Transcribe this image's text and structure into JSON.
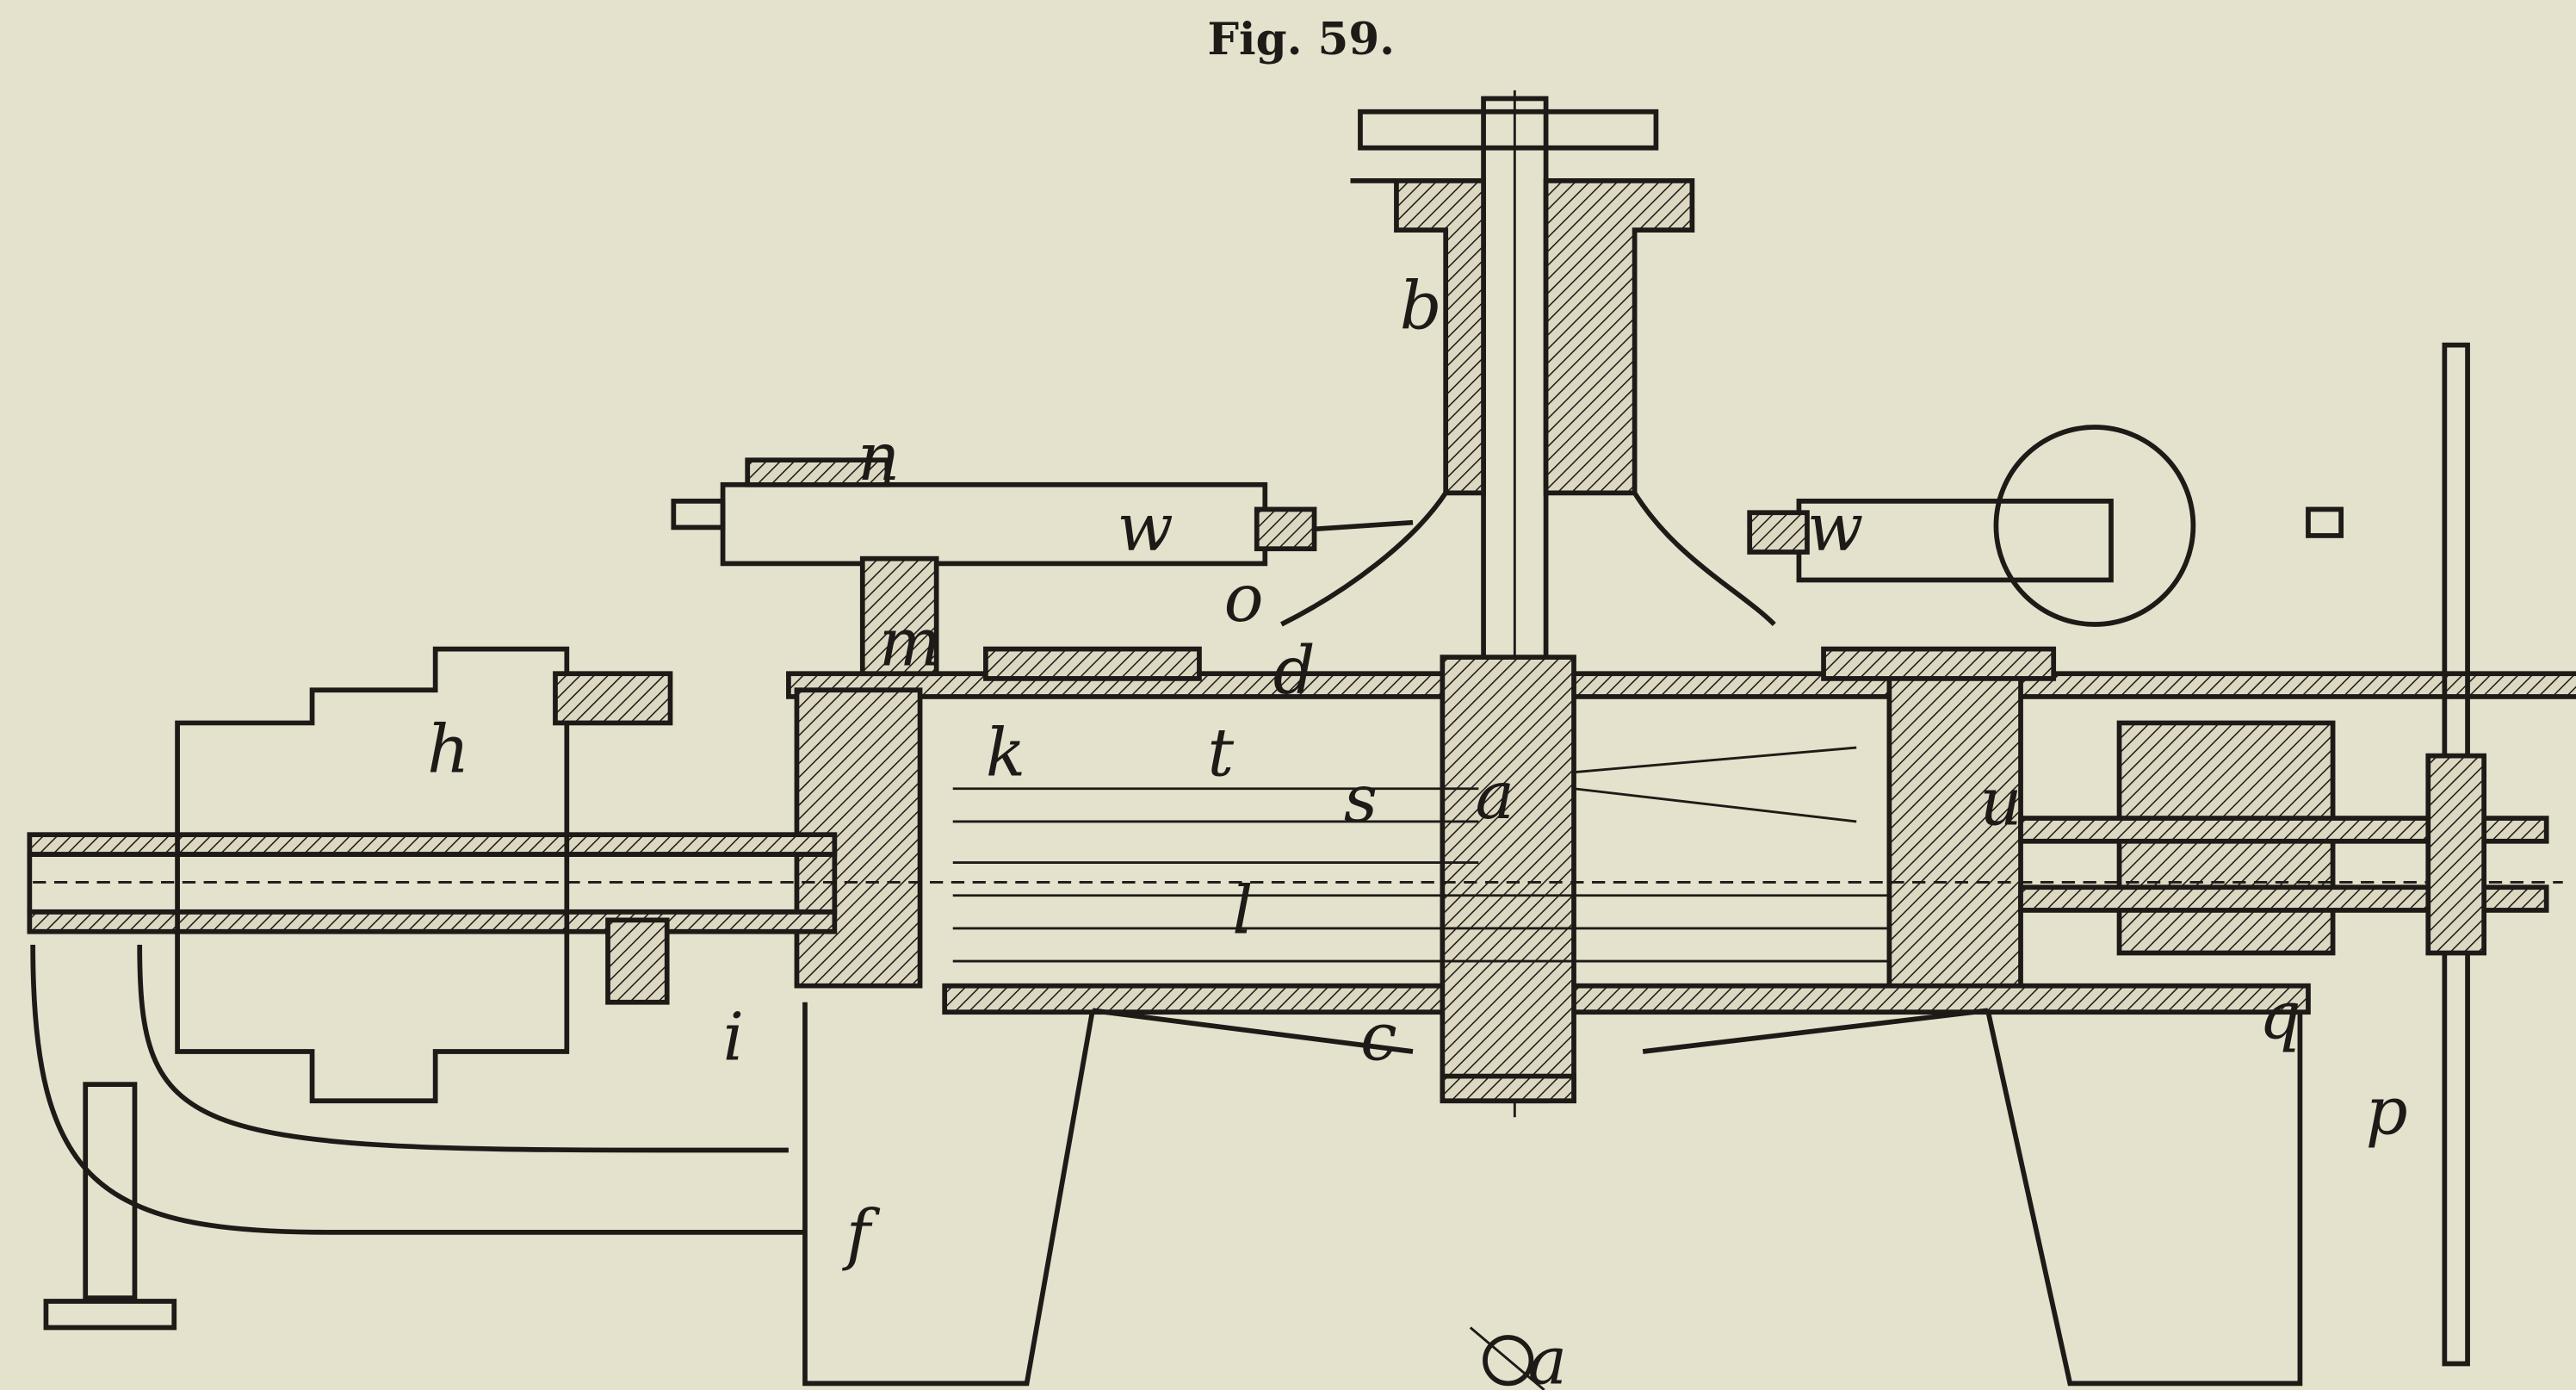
{
  "figure": {
    "title": "Fig. 59.",
    "labels": {
      "b": "b",
      "n": "n",
      "w_left": "w",
      "w_right": "w",
      "o": "o",
      "m": "m",
      "d": "d",
      "k": "k",
      "t": "t",
      "h": "h",
      "s": "s",
      "a_center": "a",
      "u": "u",
      "l": "l",
      "i": "i",
      "c": "c",
      "q": "q",
      "p": "p",
      "f": "f",
      "a_bottom": "a"
    }
  },
  "colors": {
    "paper": "#e4e1cc",
    "ink": "#1d1a17"
  }
}
